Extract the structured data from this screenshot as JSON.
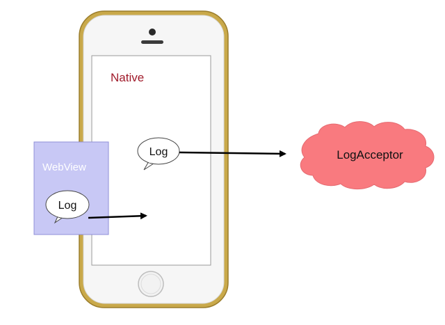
{
  "native_label": "Native",
  "webview_label": "WebView",
  "native_log_label": "Log",
  "webview_log_label": "Log",
  "acceptor_label": "LogAcceptor",
  "colors": {
    "phone_frame": "#c9a94a",
    "phone_body": "#f4f4f4",
    "native_text": "#a01a2a",
    "webview_fill": "#c8c8f5",
    "webview_border": "#8f8fd8",
    "acceptor_cloud": "#f97a7f",
    "arrow": "#000000"
  },
  "icons": {
    "phone": "iphone-device-icon",
    "cloud": "cloud-shape",
    "speech_bubble": "speech-bubble-icon"
  }
}
